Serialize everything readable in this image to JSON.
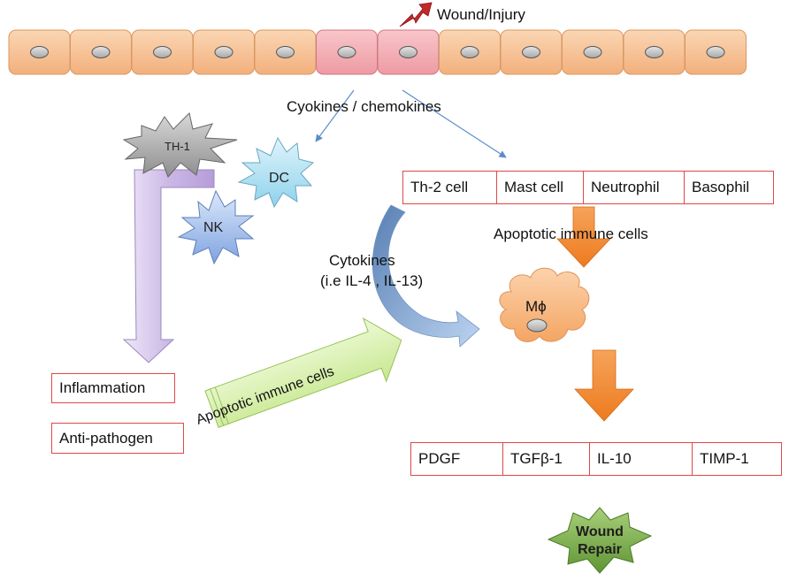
{
  "injury_label": "Wound/Injury",
  "epithelium": {
    "cell_count": 12,
    "injured_cells": [
      6,
      7
    ]
  },
  "cytokines_label": "Cyokines / chemokines",
  "immune_cells": {
    "th1": "TH-1",
    "dc": "DC",
    "nk": "NK"
  },
  "recruited_cells": [
    "Th-2 cell",
    "Mast cell",
    "Neutrophil",
    "Basophil"
  ],
  "apoptotic_label_top": "Apoptotic immune cells",
  "cytokines_il_label_line1": "Cytokines",
  "cytokines_il_label_line2": "(i.e IL-4 , IL-13)",
  "macrophage_label": "Mϕ",
  "outcomes": {
    "inflammation": "Inflammation",
    "anti_pathogen": "Anti-pathogen"
  },
  "apoptotic_label_arrow": "Apoptotic immune cells",
  "factors": [
    "PDGF",
    "TGFβ-1",
    "IL-10",
    "TIMP-1"
  ],
  "wound_repair_line1": "Wound",
  "wound_repair_line2": "Repair",
  "colors": {
    "epithelium_cell": "#f8c59a",
    "injured_cell": "#f4aab0",
    "box_border": "#e04848",
    "arrow_orange": "#f0852a",
    "arrow_purple": "#c9b5e3",
    "arrow_green": "#d6f0a6",
    "arrow_blue": "#8fb2dd",
    "macrophage": "#f9c08e",
    "wound_repair": "#7cad4c",
    "lightning": "#c22a2a"
  }
}
